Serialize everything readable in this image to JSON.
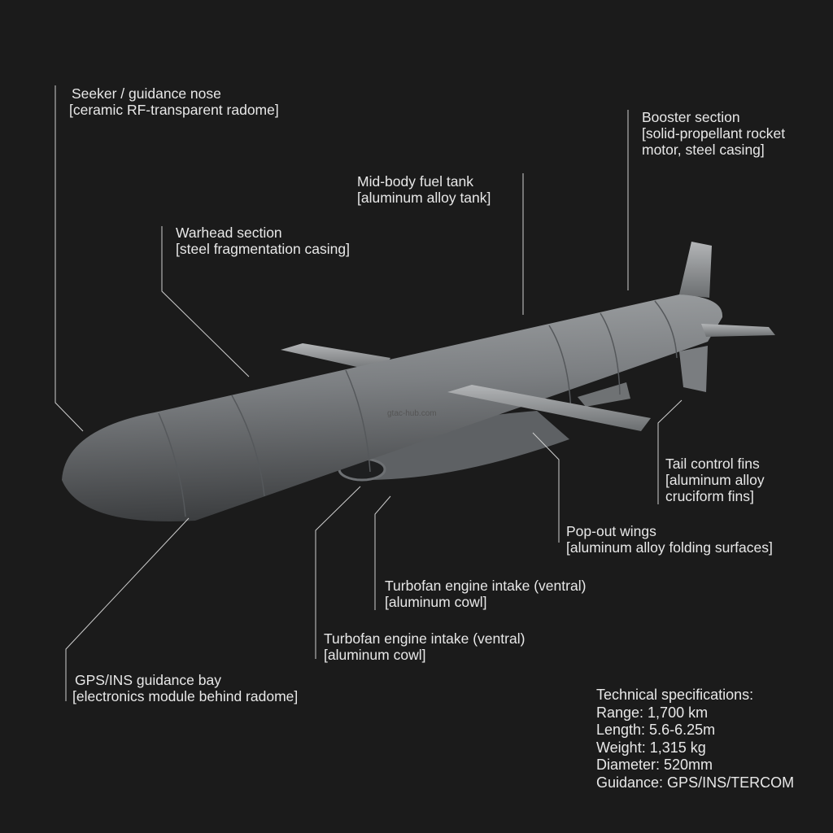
{
  "watermark": "gtac-hub.com",
  "callouts": [
    {
      "title": "Seeker / guidance nose",
      "detail": "[ceramic RF-transparent radome]"
    },
    {
      "title": "Warhead section",
      "detail": "[steel fragmentation casing]"
    },
    {
      "title": "Mid-body fuel tank",
      "detail": "[aluminum alloy tank]"
    },
    {
      "title": "Booster section",
      "detail": "[solid-propellant rocket",
      "detail2": "motor, steel casing]"
    },
    {
      "title": "Tail control fins",
      "detail": "[aluminum alloy",
      "detail2": "cruciform fins]"
    },
    {
      "title": "Pop-out wings",
      "detail": "[aluminum alloy folding surfaces]"
    },
    {
      "title": "Turbofan engine intake (ventral)",
      "detail": "[aluminum cowl]"
    },
    {
      "title": "Turbofan engine intake (ventral)",
      "detail": "[aluminum cowl]"
    },
    {
      "title": "GPS/INS guidance bay",
      "detail": "[electronics module behind radome]"
    }
  ],
  "specs": {
    "heading": "Technical specifications:",
    "range": "Range: 1,700 km",
    "length": "Length: 5.6-6.25m",
    "weight": "Weight: 1,315 kg",
    "diameter": "Diameter: 520mm",
    "guidance": "Guidance: GPS/INS/TERCOM"
  },
  "colors": {
    "background": "#1b1b1b",
    "missile_body": "#7d8083",
    "text": "#e8e8e8",
    "leader_line": "#cfcfcf"
  }
}
